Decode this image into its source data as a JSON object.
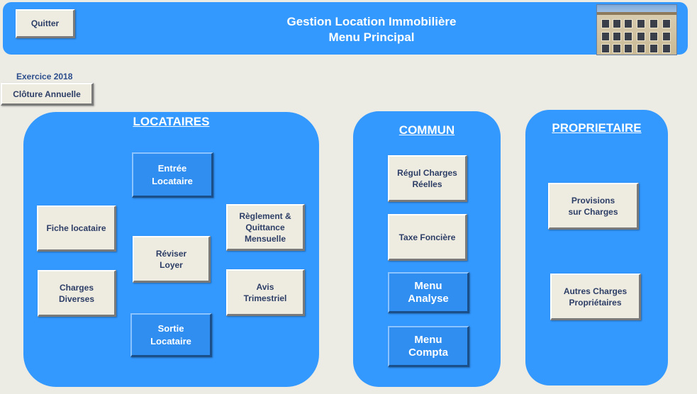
{
  "header": {
    "title_line1": "Gestion Location Immobilière",
    "title_line2": "Menu Principal",
    "quit_label": "Quitter",
    "photo_icon": "building-photo-icon"
  },
  "exercise": {
    "label": "Exercice 2018",
    "closing_label": "Clôture Annuelle"
  },
  "panels": {
    "locataires": {
      "title": "LOCATAIRES",
      "entree_locataire": [
        "Entrée",
        "Locataire"
      ],
      "fiche_locataire": "Fiche locataire",
      "reviser_loyer": [
        "Réviser",
        "Loyer"
      ],
      "reglement": [
        "Règlement &",
        "Quittance",
        "Mensuelle"
      ],
      "charges_diverses": [
        "Charges",
        "Diverses"
      ],
      "avis_trimestriel": [
        "Avis",
        "Trimestriel"
      ],
      "sortie_locataire": [
        "Sortie",
        "Locataire"
      ]
    },
    "commun": {
      "title": "COMMUN",
      "regul_charges": [
        "Régul Charges",
        "Réelles"
      ],
      "taxe_fonciere": "Taxe Foncière",
      "menu_analyse": [
        "Menu",
        "Analyse"
      ],
      "menu_compta": [
        "Menu",
        "Compta"
      ]
    },
    "proprietaire": {
      "title": "PROPRIETAIRE",
      "provisions": [
        "Provisions",
        "sur Charges"
      ],
      "autres_charges": [
        "Autres Charges",
        "Propriétaires"
      ]
    }
  },
  "colors": {
    "panel_blue": "#3399ff",
    "button_blue": "#2f8ef0",
    "button_light": "#eeebe0",
    "background": "#ecebe4"
  }
}
